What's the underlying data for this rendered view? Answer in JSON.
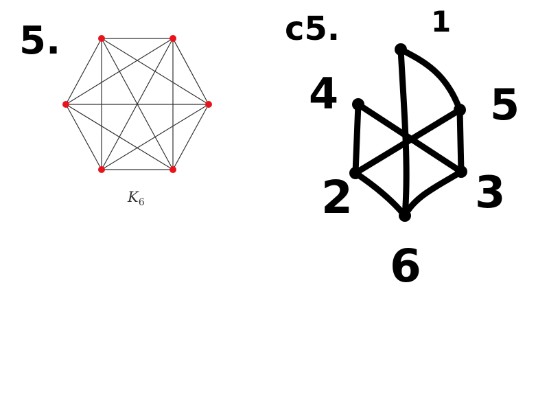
{
  "left_problem": {
    "number_label": "5.",
    "caption_main": "K",
    "caption_sub": "6",
    "vertex_color": "#e8141c",
    "edge_color": "#333333"
  },
  "right_problem": {
    "number_label": "c5.",
    "vertex_labels": [
      "1",
      "2",
      "3",
      "4",
      "5",
      "6"
    ],
    "ink_color": "#000000"
  }
}
